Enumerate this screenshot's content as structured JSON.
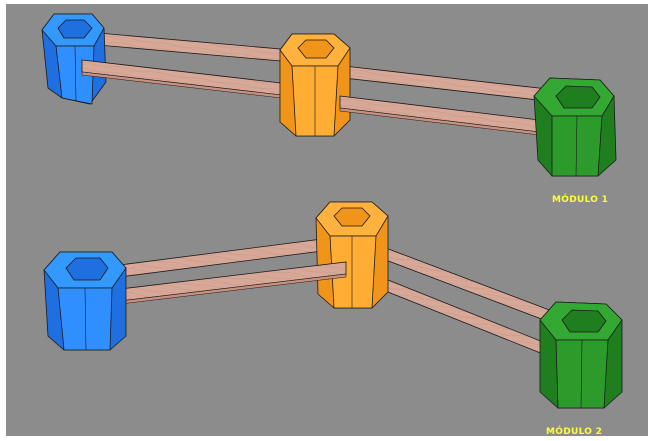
{
  "labels": {
    "module1": "MÓDULO 1",
    "module2": "MÓDULO 2"
  },
  "colors": {
    "background": "#8c8c8c",
    "frame": "#ffffff",
    "blue_face": "#2f8fff",
    "blue_side": "#1f6fe0",
    "orange_face": "#ffad33",
    "orange_side": "#f0951a",
    "green_face": "#2c9b2c",
    "green_side": "#1f7f1f",
    "plank": "#d8a898",
    "plank_edge": "#c8907e",
    "outline": "#1a1a1a",
    "label": "#ffff33"
  },
  "icons": [
    "blue-hex-post",
    "orange-hex-post",
    "green-hex-post",
    "wood-plank"
  ]
}
